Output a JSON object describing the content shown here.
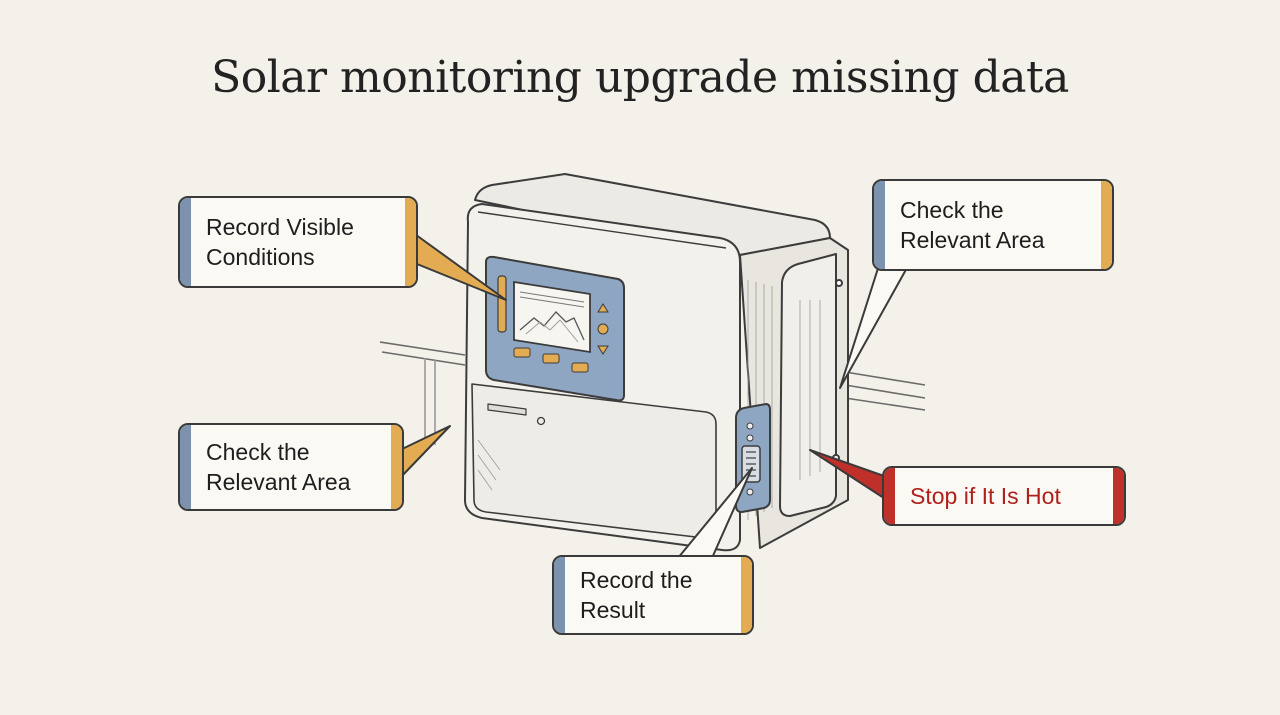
{
  "title": "Solar monitoring upgrade missing data",
  "callouts": {
    "record_conditions": "Record Visible\nConditions",
    "check_area_top": "Check the\nRelevant Area",
    "check_area_left": "Check the\nRelevant Area",
    "record_result": "Record the\nResult",
    "stop_hot": "Stop if It Is Hot"
  },
  "colors": {
    "blue": "#7d92ad",
    "orange": "#e3ac52",
    "red": "#c0302a",
    "screen_blue": "#8fa6c2"
  }
}
